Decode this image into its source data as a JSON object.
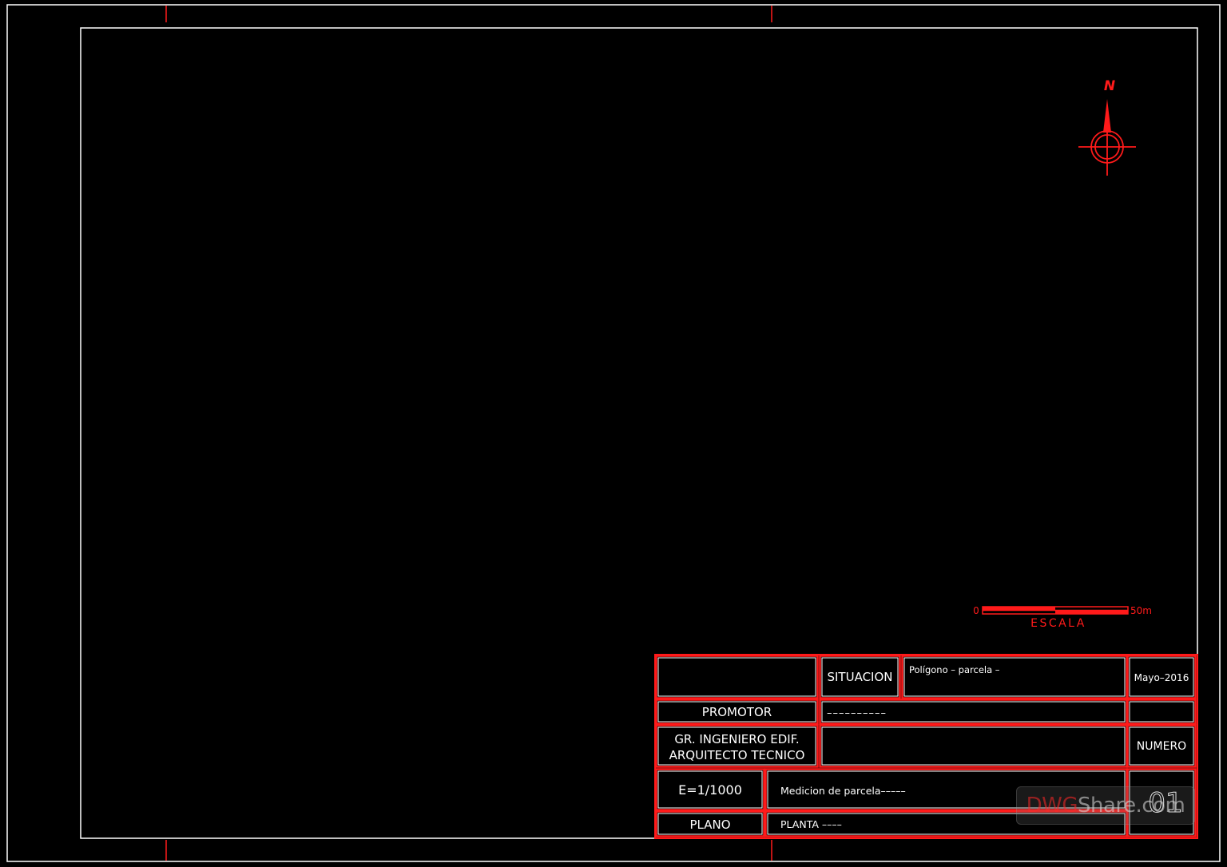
{
  "colors": {
    "background": "#000000",
    "frame": "#ffffff",
    "red": "#ff1a1a"
  },
  "north": {
    "label": "N"
  },
  "scale_bar": {
    "min_label": "0",
    "max_label": "50m",
    "title": "ESCALA"
  },
  "title_block": {
    "situacion_label": "SITUACION",
    "situacion_value": "Polígono  –  parcela  –",
    "fecha": "Mayo–2016",
    "promotor_label": "PROMOTOR",
    "promotor_value": "––––––––––",
    "autor_line1": "GR.  INGENIERO  EDIF.",
    "autor_line2": "ARQUITECTO  TECNICO",
    "numero_label": "NUMERO",
    "escala": "E=1/1000",
    "descripcion": "Medicion  de  parcela–––––",
    "numero_value": "01",
    "plano_label": "PLANO",
    "plano_value": "PLANTA  ––––"
  },
  "watermark": {
    "part1": "DWG",
    "part2": "Share.com"
  }
}
